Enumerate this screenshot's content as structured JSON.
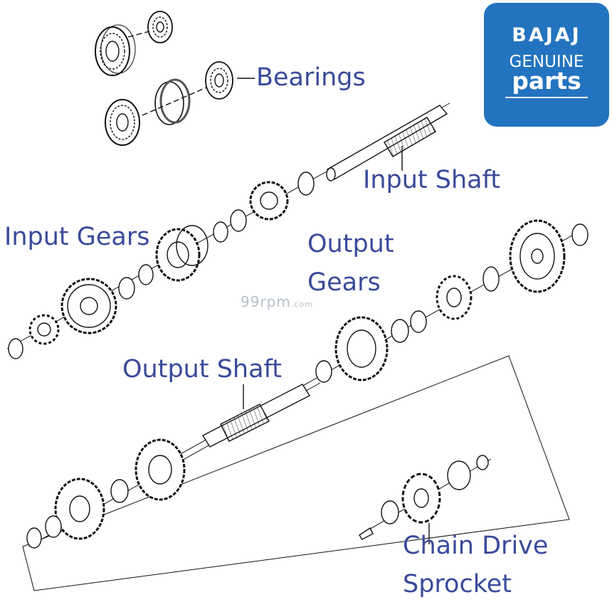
{
  "logo": {
    "brand": "BAJAJ",
    "genuine": "GENUINE",
    "parts": "parts",
    "bg": "#2374c0"
  },
  "watermark": {
    "main": "99rpm",
    "suffix": ".com"
  },
  "labels": {
    "bearings": "Bearings",
    "input_shaft": "Input Shaft",
    "input_gears": "Input Gears",
    "output_gears_1": "Output",
    "output_gears_2": "Gears",
    "output_shaft": "Output Shaft",
    "chain_drive_1": "Chain Drive",
    "chain_drive_2": "Sprocket"
  },
  "colors": {
    "label": "#3a4a9a",
    "line": "#111111"
  }
}
